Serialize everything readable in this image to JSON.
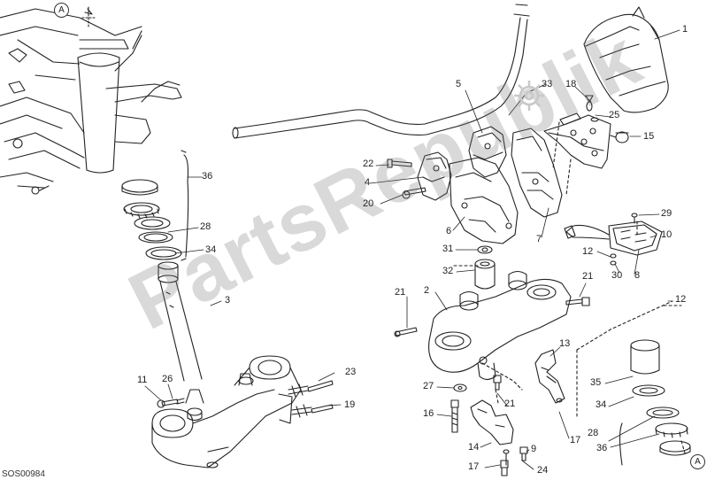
{
  "diagram": {
    "watermark": "PartsRepublik",
    "code": "SOS00984",
    "ref_marker": "A",
    "labels": {
      "l1": "1",
      "l2": "2",
      "l3": "3",
      "l4": "4",
      "l5": "5",
      "l6": "6",
      "l7": "7",
      "l8": "8",
      "l9": "9",
      "l10": "10",
      "l11": "11",
      "l12a": "12",
      "l12b": "12",
      "l13": "13",
      "l14": "14",
      "l15": "15",
      "l16": "16",
      "l17a": "17",
      "l17b": "17",
      "l18": "18",
      "l19": "19",
      "l20": "20",
      "l21a": "21",
      "l21b": "21",
      "l21c": "21",
      "l22": "22",
      "l23": "23",
      "l24": "24",
      "l25": "25",
      "l26": "26",
      "l27": "27",
      "l28a": "28",
      "l28b": "28",
      "l29": "29",
      "l30": "30",
      "l31": "31",
      "l32": "32",
      "l33": "33",
      "l34a": "34",
      "l34b": "34",
      "l35": "35",
      "l36a": "36",
      "l36b": "36"
    }
  }
}
